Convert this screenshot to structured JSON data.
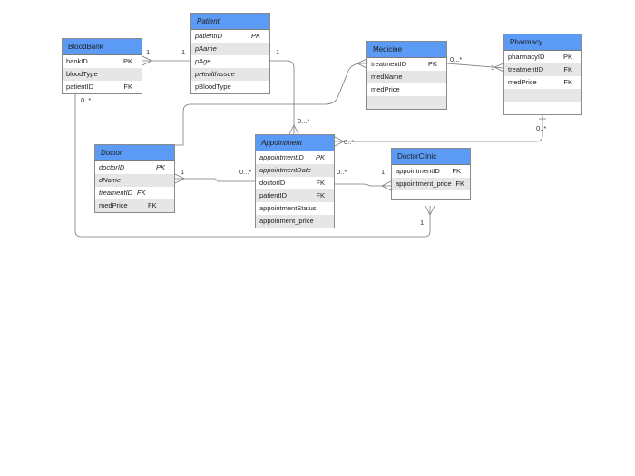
{
  "entities": {
    "bloodbank": {
      "title": "BloodBank",
      "rows": [
        {
          "name": "bankID",
          "key": "PK"
        },
        {
          "name": "bloodType",
          "key": ""
        },
        {
          "name": "patientID",
          "key": "FK"
        }
      ]
    },
    "patient": {
      "title": "Patient",
      "rows": [
        {
          "name": "patientID",
          "key": "PK"
        },
        {
          "name": "pAame",
          "key": ""
        },
        {
          "name": "pAge",
          "key": ""
        },
        {
          "name": "pHealthIssue",
          "key": ""
        },
        {
          "name": "pBloodType",
          "key": ""
        }
      ]
    },
    "medicine": {
      "title": "Medicine",
      "rows": [
        {
          "name": "treatmentID",
          "key": "PK"
        },
        {
          "name": "medName",
          "key": ""
        },
        {
          "name": "medPrice",
          "key": ""
        }
      ]
    },
    "pharmacy": {
      "title": "Pharmacy",
      "rows": [
        {
          "name": "pharmacyID",
          "key": "PK"
        },
        {
          "name": "treatmentID",
          "key": "FK"
        },
        {
          "name": "medPrice",
          "key": "FK"
        }
      ]
    },
    "doctor": {
      "title": "Doctor",
      "rows": [
        {
          "name": "doctorID",
          "key": "PK"
        },
        {
          "name": "dName",
          "key": ""
        },
        {
          "name": "treamentID",
          "key": "FK"
        },
        {
          "name": "medPrice",
          "key": "FK"
        }
      ]
    },
    "appointment": {
      "title": "Appointment",
      "rows": [
        {
          "name": "appointmentID",
          "key": "PK"
        },
        {
          "name": "appointmentDate",
          "key": ""
        },
        {
          "name": "doctorID",
          "key": "FK"
        },
        {
          "name": "patientID",
          "key": "FK"
        },
        {
          "name": "appointmentStatus",
          "key": ""
        },
        {
          "name": "appoinment_price",
          "key": ""
        }
      ]
    },
    "doctorclinic": {
      "title": "DoctorClinic",
      "rows": [
        {
          "name": "appointmentID",
          "key": "FK"
        },
        {
          "name": "appointment_price",
          "key": "FK"
        }
      ]
    }
  },
  "cardinalities": {
    "bb_patient_one": "1",
    "patient_bb_one": "1",
    "patient_appt_one": "1",
    "appt_patient_many": "0...*",
    "med_pharmacy_many": "0...*",
    "pharmacy_med_one": "1",
    "appt_pharmacy_many": "0..*",
    "pharmacy_appt_many": "0..*",
    "doctor_appt_one": "1",
    "appt_doctor_many": "0...*",
    "appt_clinic_many": "0..*",
    "clinic_appt_one": "1",
    "bb_clinic_many": "0..*",
    "clinic_bb_one": "1"
  },
  "colors": {
    "header": "#5b9bf5",
    "alt_row": "#e6e6e6",
    "border": "#8a8a8a",
    "line": "#7a7a7a"
  }
}
